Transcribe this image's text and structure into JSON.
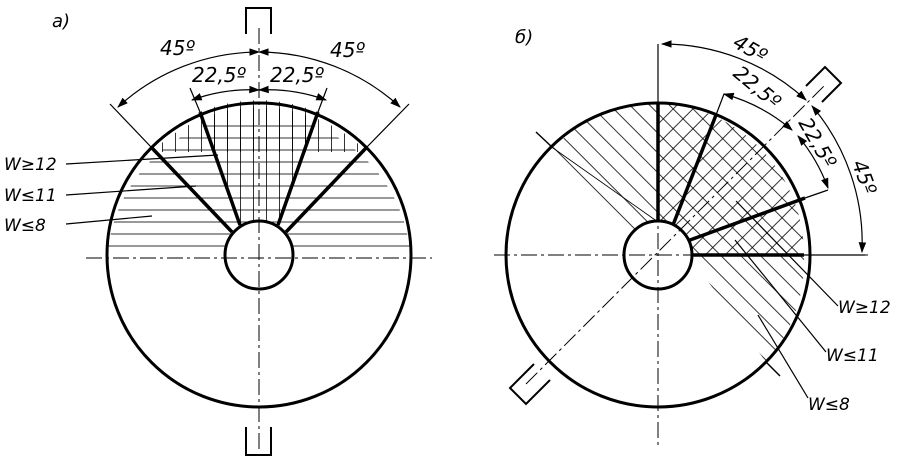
{
  "panels": [
    {
      "label": "а)",
      "angles": [
        "45º",
        "22,5º",
        "22,5º",
        "45º"
      ],
      "zones": [
        "W≥12",
        "W≤11",
        "W≤8"
      ]
    },
    {
      "label": "б)",
      "angles": [
        "45º",
        "22,5º",
        "22,5º",
        "45º"
      ],
      "zones": [
        "W≥12",
        "W≤11",
        "W≤8"
      ]
    }
  ],
  "colors": {
    "ink": "#000000",
    "paper": "#ffffff"
  }
}
